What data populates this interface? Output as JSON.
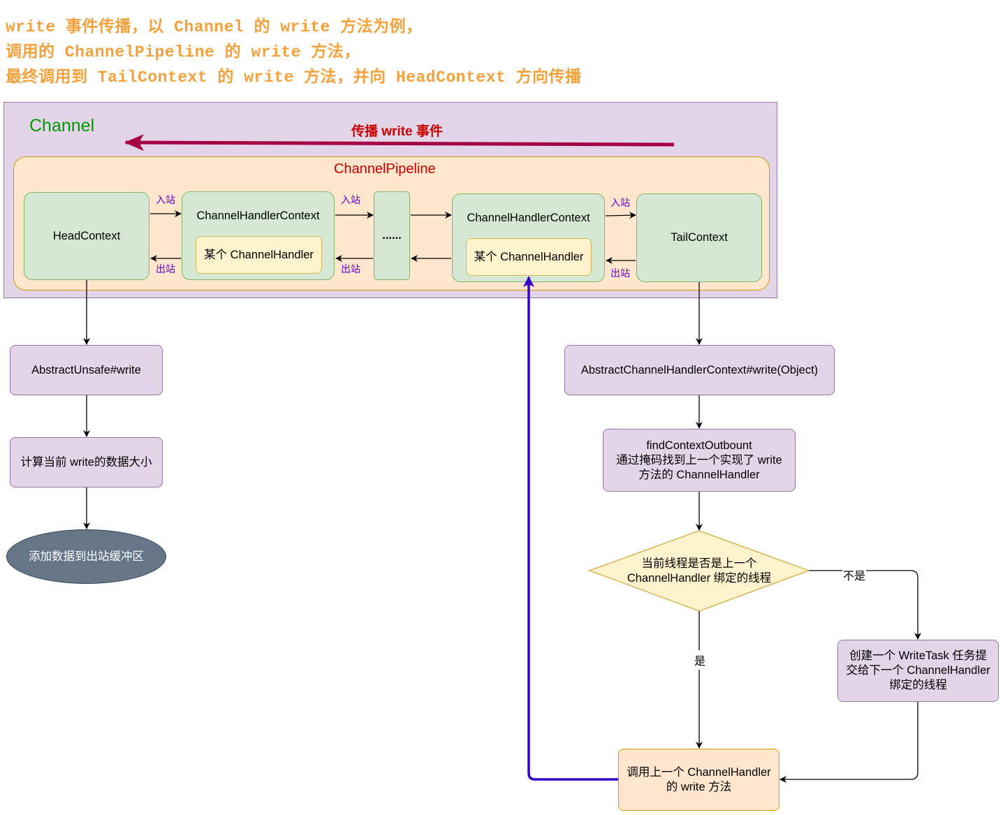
{
  "title_lines": [
    "write 事件传播，以 Channel 的 write 方法为例，",
    "调用的 ChannelPipeline 的 write 方法，",
    "最终调用到 TailContext 的 write 方法，并向 HeadContext 方向传播"
  ],
  "colors": {
    "title": "#f5a13b",
    "channel_label": "#009900",
    "pipeline_label": "#cc0000",
    "propagate_arrow": "#a50040",
    "callback_arrow": "#3300cc",
    "edge_label": "#6a00c8"
  },
  "channel": {
    "label": "Channel",
    "propagate_label": "传播 write 事件"
  },
  "pipeline": {
    "label": "ChannelPipeline",
    "head": "HeadContext",
    "ctx1": {
      "label": "ChannelHandlerContext",
      "handler": "某个 ChannelHandler"
    },
    "ellipsis": "......",
    "ctx2": {
      "label": "ChannelHandlerContext",
      "handler": "某个 ChannelHandler"
    },
    "tail": "TailContext",
    "inbound": "入站",
    "outbound": "出站"
  },
  "left_flow": {
    "step1": "AbstractUnsafe#write",
    "step2": "计算当前 write的数据大小",
    "step3": "添加数据到出站缓冲区"
  },
  "right_flow": {
    "step1": "AbstractChannelHandlerContext#write(Object)",
    "step2_lines": [
      "findContextOutbount",
      "通过掩码找到上一个实现了 write",
      "方法的 ChannelHandler"
    ],
    "decision_lines": [
      "当前线程是否是上一个",
      "ChannelHandler 绑定的线程"
    ],
    "no_label": "不是",
    "yes_label": "是",
    "task_lines": [
      "创建一个 WriteTask 任务提",
      "交给下一个 ChannelHandler",
      "绑定的线程"
    ],
    "invoke_lines": [
      "调用上一个 ChannelHandler",
      "的 write 方法"
    ]
  }
}
